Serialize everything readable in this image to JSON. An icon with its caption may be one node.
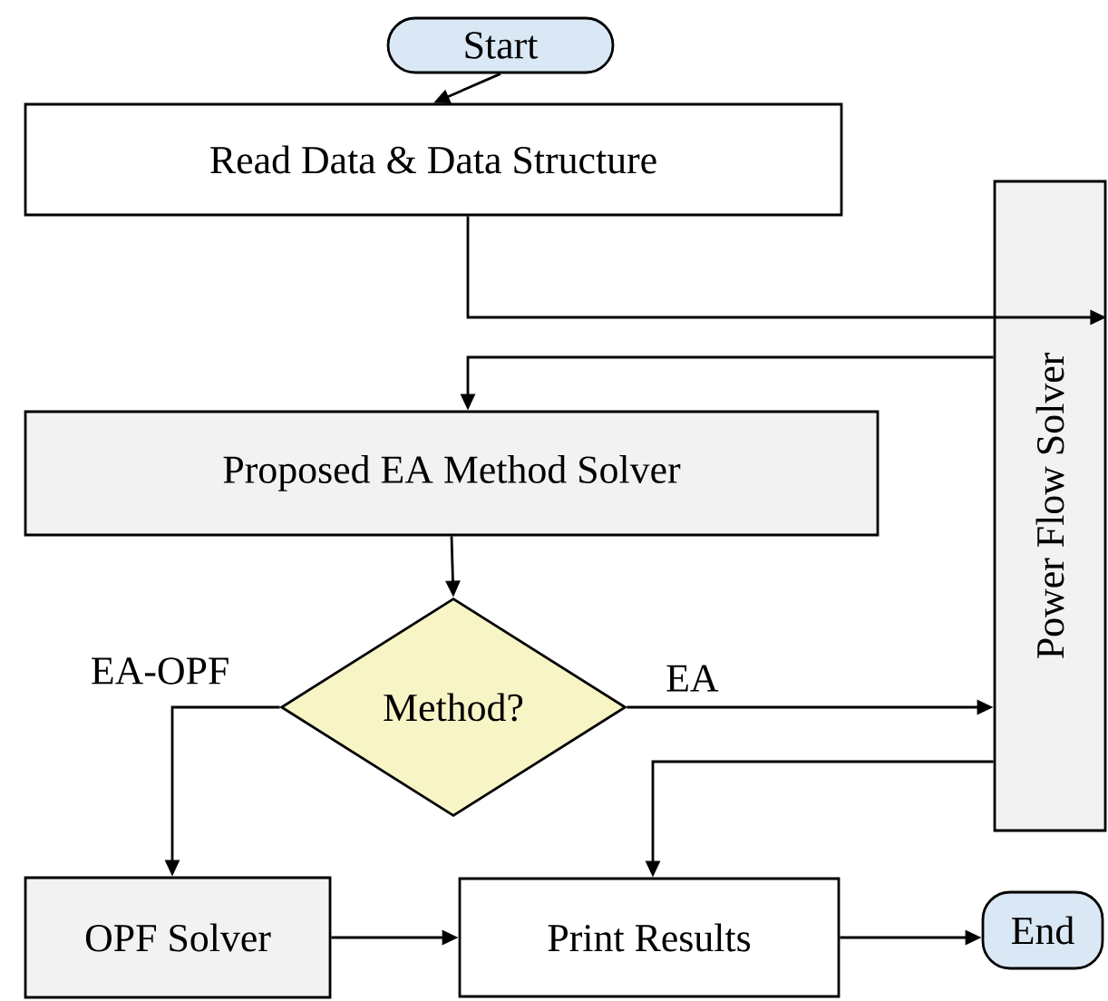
{
  "diagram": {
    "nodes": [
      {
        "text": [
          "Start"
        ]
      },
      {
        "text": [
          "Read Data & Data Structure"
        ]
      },
      {
        "text": [
          "Power Flow Solver"
        ]
      },
      {
        "text": [
          "Proposed EA Method Solver"
        ]
      },
      {
        "text": [
          "Method?"
        ]
      },
      {
        "text": [
          "OPF Solver"
        ]
      },
      {
        "text": [
          "Print Results"
        ]
      },
      {
        "text": [
          "End"
        ]
      }
    ],
    "edges": [
      {
        "from": 0,
        "to": 1,
        "arrow": "to"
      },
      {
        "from": 1,
        "to": 2,
        "arrow": "to"
      },
      {
        "from": 2,
        "to": 3,
        "arrow": "to"
      },
      {
        "from": 3,
        "to": 4,
        "arrow": "to"
      },
      {
        "from": 4,
        "to": 2,
        "arrow": "to",
        "label": "EA"
      },
      {
        "from": 4,
        "to": 5,
        "arrow": "to",
        "label": "EA-OPF"
      },
      {
        "from": 2,
        "to": 6,
        "arrow": "to"
      },
      {
        "from": 5,
        "to": 6,
        "arrow": "to"
      },
      {
        "from": 6,
        "to": 7,
        "arrow": "to"
      }
    ]
  }
}
